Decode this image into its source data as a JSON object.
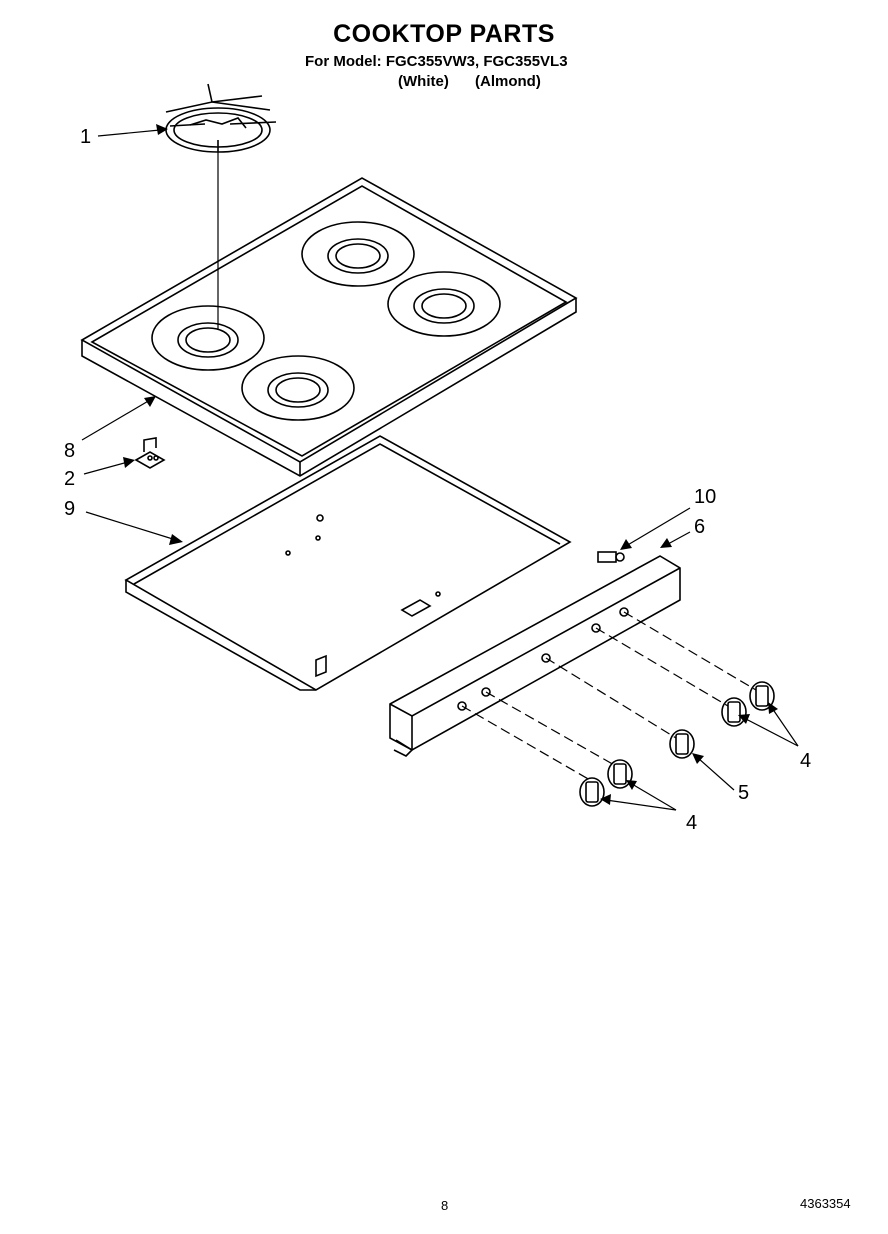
{
  "header": {
    "title": "COOKTOP PARTS",
    "model_line": "For Model: FGC355VW3, FGC355VL3",
    "color_white": "(White)",
    "color_almond": "(Almond)"
  },
  "callouts": {
    "c1": "1",
    "c8": "8",
    "c2": "2",
    "c9": "9",
    "c10": "10",
    "c6": "6",
    "c4a": "4",
    "c5": "5",
    "c4b": "4"
  },
  "footer": {
    "page": "8",
    "doc_number": "4363354"
  }
}
